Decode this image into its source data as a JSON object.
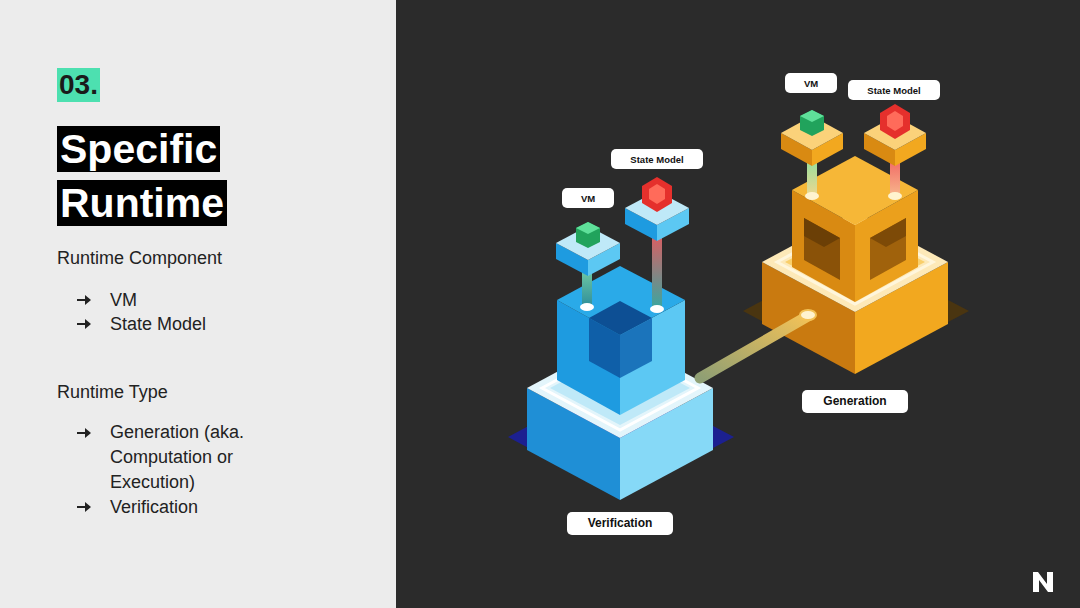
{
  "diagram": {
    "title": "Specific Runtime",
    "nodes": [
      {
        "text": [
          "VM"
        ]
      },
      {
        "text": [
          "State Model"
        ]
      },
      {
        "text": [
          "State Model"
        ]
      },
      {
        "text": [
          "VM"
        ]
      },
      {
        "text": [
          "Generation"
        ]
      },
      {
        "text": [
          "Verification"
        ]
      }
    ],
    "labels": [
      "03.",
      "Runtime Component",
      "VM",
      "State Model",
      "Runtime Type",
      "Generation (aka. Computation or Execution)",
      "Verification"
    ]
  }
}
